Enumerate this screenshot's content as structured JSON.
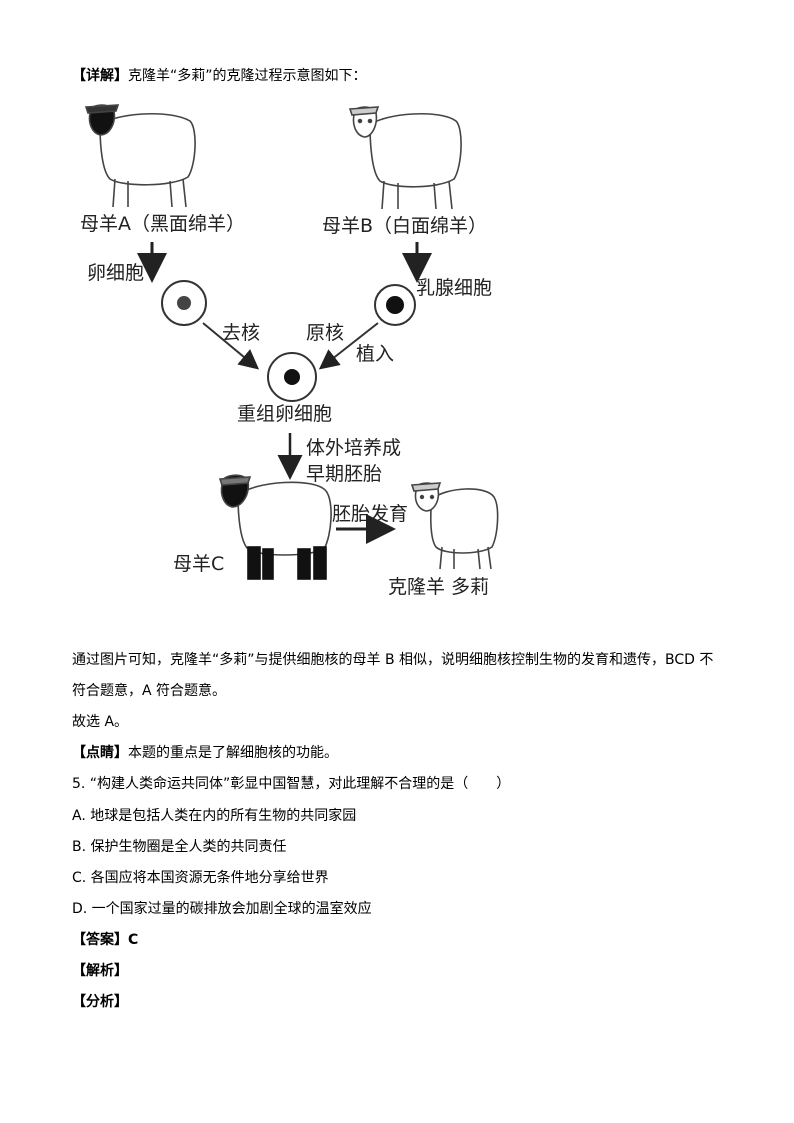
{
  "intro": {
    "tag": "【详解】",
    "text": "克隆羊“多莉”的克隆过程示意图如下："
  },
  "diagram": {
    "sheep_a": "母羊A（黑面绵羊）",
    "sheep_b": "母羊B（白面绵羊）",
    "egg_cell": "卵细胞",
    "mammary_cell": "乳腺细胞",
    "remove_nucleus": "去核",
    "nucleus": "原核",
    "implant": "植入",
    "recombined_egg": "重组卵细胞",
    "culture_line1": "体外培养成",
    "culture_line2": "早期胚胎",
    "embryo_development": "胚胎发育",
    "sheep_c": "母羊C",
    "dolly": "克隆羊 多莉"
  },
  "paragraph1_line1": "通过图片可知，克隆羊“多莉”与提供细胞核的母羊 B 相似，说明细胞核控制生物的发育和遗传，BCD 不",
  "paragraph1_line2": "符合题意，A 符合题意。",
  "choose": "故选 A。",
  "comment": {
    "tag": "【点睛】",
    "text": "本题的重点是了解细胞核的功能。"
  },
  "question": "5. “构建人类命运共同体”彰显中国智慧，对此理解不合理的是（　　）",
  "options": [
    "A. 地球是包括人类在内的所有生物的共同家园",
    "B. 保护生物圈是全人类的共同责任",
    "C. 各国应将本国资源无条件地分享给世界",
    "D. 一个国家过量的碳排放会加剧全球的温室效应"
  ],
  "answer": {
    "tag": "【答案】",
    "value": "C"
  },
  "analysis_tag": "【解析】",
  "fenxi_tag": "【分析】"
}
